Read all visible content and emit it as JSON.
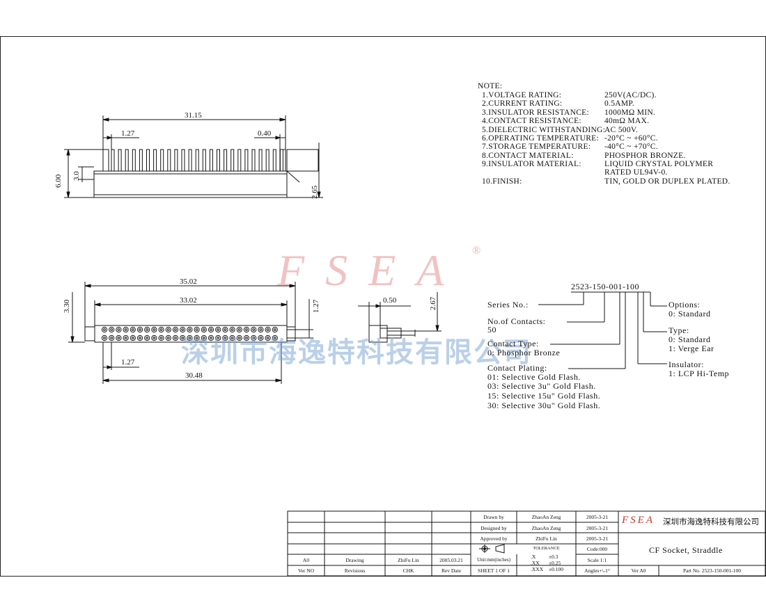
{
  "dimensions": {
    "top_width": "31.15",
    "top_pitch": "1.27",
    "top_pin": "0.40",
    "top_height": "6.00",
    "top_inner": "3.0",
    "top_right": "2.65",
    "front_total": "35.02",
    "front_inner": "33.02",
    "front_height": "3.30",
    "front_row": "1.27",
    "front_pitch": "1.27",
    "front_span": "30.48",
    "side_width": "0.50",
    "side_height": "2.67"
  },
  "notes": {
    "title": "NOTE:",
    "items": [
      {
        "label": "1.VOLTAGE RATING:",
        "value": "250V(AC/DC)."
      },
      {
        "label": "2.CURRENT RATING:",
        "value": "0.5AMP."
      },
      {
        "label": "3.INSULATOR RESISTANCE:",
        "value": "1000MΩ  MIN."
      },
      {
        "label": "4.CONTACT RESISTANCE:",
        "value": "40mΩ MAX."
      },
      {
        "label": "5.DIELECTRIC WITHSTANDING:",
        "value": "AC 500V."
      },
      {
        "label": "6.OPERATING TEMPERATURE:",
        "value": "-20°C ~ +60°C."
      },
      {
        "label": "7.STORAGE TEMPERATURE:",
        "value": "-40°C ~ +70°C."
      },
      {
        "label": "8.CONTACT MATERIAL:",
        "value": "PHOSPHOR BRONZE."
      },
      {
        "label": "9.INSULATOR MATERIAL:",
        "value": "LIQUID CRYSTAL POLYMER"
      },
      {
        "label": "",
        "value": "RATED UL94V-0."
      },
      {
        "label": "10.FINISH:",
        "value": "TIN, GOLD OR DUPLEX PLATED."
      }
    ]
  },
  "watermark": {
    "logo": "FSEA",
    "registered": "®",
    "company": "深圳市海逸特科技有限公司"
  },
  "part_number": {
    "code": "2523-150-001-100",
    "series_label": "Series No.:",
    "contacts_label": "No.of Contacts:",
    "contacts_value": "50",
    "contact_type_label": "Contact Type:",
    "contact_type_value": "0: Phosphor Bronze",
    "plating_label": "Contact Plating:",
    "plating_options": [
      "01: Selective Gold Flash.",
      "03: Selective 3u\" Gold Flash.",
      "15: Selective 15u\" Gold Flash.",
      "30: Selective 30u\" Gold Flash."
    ],
    "options_label": "Options:",
    "options_value": "0: Standard",
    "type_label": "Type:",
    "type_values": [
      "0: Standard",
      "1: Verge Ear"
    ],
    "insulator_label": "Insulator:",
    "insulator_value": "1: LCP Hi-Temp"
  },
  "title_block": {
    "drawn_by_label": "Drawn  by",
    "drawn_by": "ZhaoAn Zeng",
    "drawn_date": "2005-3-21",
    "designed_by_label": "Designed  by",
    "designed_by": "ZhaoAn Zeng",
    "designed_date": "2005-3-21",
    "approved_by_label": "Approved  by",
    "approved_by": "ZhiFu Lin",
    "approved_date": "2005-3-21",
    "tolerance_label": "TOLERANCE",
    "tol_x": ".X",
    "tol_x_val": "±0.3",
    "tol_xx": ".XX",
    "tol_xx_val": "±0.25",
    "tol_xxx": ".XXX",
    "tol_xxx_val": "±0.100",
    "code": "Code:000",
    "scale": "Scale 1:1",
    "angles": "Angles+\\-1°",
    "units": "Unit:mm(inches)",
    "sheet": "SHEET 1 OF 1",
    "logo": "FSEA",
    "company": "深圳市海逸特科技有限公司",
    "product": "CF Socket, Straddle",
    "ver": "Ver A0",
    "part_no": "Part No. 2523-150-001-100",
    "rev_row": {
      "ver": "A0",
      "drawing": "Drawing",
      "chk": "ZhiFu Lin",
      "date": "2005.03.21"
    },
    "header_row": {
      "ver": "Ver NO",
      "revisions": "Revisions",
      "chk": "CHK",
      "date": "Rev Date"
    }
  }
}
